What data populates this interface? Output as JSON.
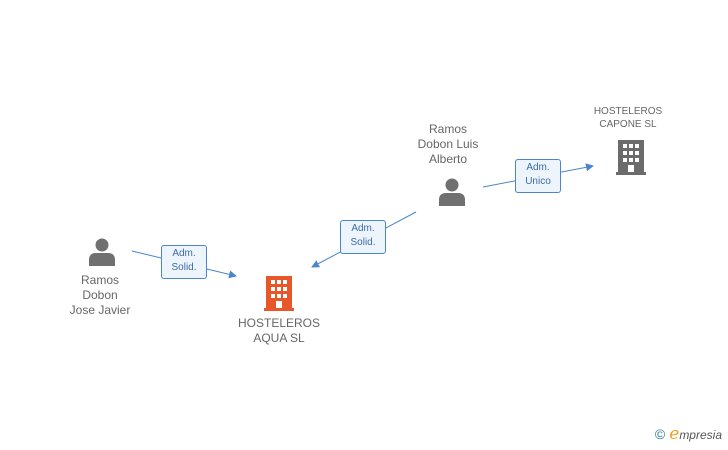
{
  "nodes": {
    "ramos_dobon_jose_javier": {
      "label": "Ramos\nDobon\nJose Javier",
      "type": "person"
    },
    "ramos_dobon_luis_alberto": {
      "label": "Ramos\nDobon Luis\nAlberto",
      "type": "person"
    },
    "hosteleros_aqua": {
      "label": "HOSTELEROS\nAQUA SL",
      "type": "company",
      "color": "#e8572a"
    },
    "hosteleros_capone": {
      "label": "HOSTELEROS\nCAPONE SL",
      "type": "company",
      "color": "#6b6b6b"
    }
  },
  "edges": [
    {
      "from": "ramos_dobon_jose_javier",
      "to": "hosteleros_aqua",
      "label": "Adm.\nSolid."
    },
    {
      "from": "ramos_dobon_luis_alberto",
      "to": "hosteleros_aqua",
      "label": "Adm.\nSolid."
    },
    {
      "from": "ramos_dobon_luis_alberto",
      "to": "hosteleros_capone",
      "label": "Adm.\nUnico"
    }
  ],
  "footer": {
    "copyright": "©",
    "brand_e": "e",
    "brand_rest": "mpresia"
  },
  "colors": {
    "edge": "#4a86c9",
    "person_icon": "#707070"
  }
}
